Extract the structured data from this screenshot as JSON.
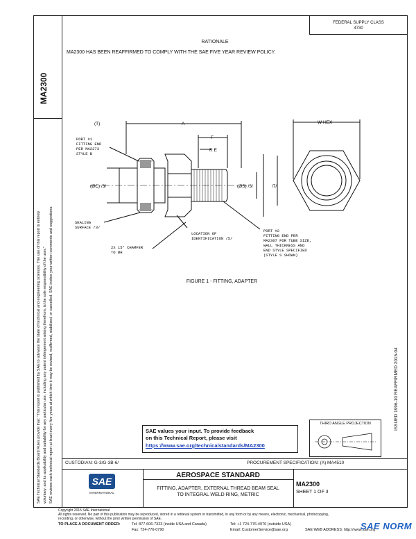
{
  "doc": {
    "number": "MA2300",
    "header_box": [
      "FEDERAL SUPPLY CLASS",
      "4730"
    ],
    "section_title": "RATIONALE",
    "rationale_text": "MA2300 HAS BEEN REAFFIRMED TO COMPLY WITH THE SAE FIVE YEAR REVIEW POLICY.",
    "side_text_1": "SAE Technical Standards Board Rules provide that: \"This report is published by SAE to advance the state of technical and engineering sciences. The use of this report is entirely",
    "side_text_2": "voluntary, and its applicability and suitability for any particular use, including any patent infringement arising therefrom, is the sole responsibility of the user.\"",
    "side_text_3": "SAE reviews each technical report at least every five years at which time it may be revised, reaffirmed, stabilized, or cancelled. SAE invites your written comments and suggestions.",
    "right_vertical": "ISSUED 1996-10   REAFFIRMED 2015-04"
  },
  "figure": {
    "caption": "FIGURE 1 - FITTING, ADAPTER",
    "labels": {
      "t": "(T)",
      "a": "A",
      "f": "F",
      "re": "R E",
      "whex": "W HEX",
      "port1": [
        "PORT #1",
        "FITTING END",
        "PER MA2273",
        "STYLE B"
      ],
      "dc": "(ØC) /3/",
      "sealing": [
        "SEALING",
        "SURFACE /3/"
      ],
      "ds": "(ØS) /3/",
      "t7": "/7/",
      "port2": [
        "PORT #2",
        "FITTING END PER",
        "MA2307 FOR TUBE SIZE,",
        "WALL THICKNESS AND",
        "END STYLE SPECIFIED",
        "(STYLE S SHOWN)"
      ],
      "location": [
        "LOCATION OF",
        "IDENTIFICATION /5/"
      ],
      "chamfer": [
        "2X 15° CHAMFER",
        "TO ØH"
      ]
    }
  },
  "third_angle": "THIRD ANGLE PROJECTION",
  "feedback": {
    "line1": "SAE values your input. To provide feedback",
    "line2": "on this Technical Report, please visit",
    "link": "https://www.sae.org/technicalstandards/MA2300"
  },
  "custodian": "CUSTODIAN: G-3/G-3B-6/",
  "procurement": "PROCUREMENT SPECIFICATION: (A) MA4510",
  "title_block": {
    "logo": "SAE",
    "logo_sub": "INTERNATIONAL",
    "heading": "AEROSPACE STANDARD",
    "subtitle1": "FITTING, ADAPTER, EXTERNAL THREAD BEAM SEAL",
    "subtitle2": "TO INTEGRAL WELD RING, METRIC",
    "number": "MA2300",
    "sheet": "SHEET 1 OF 3"
  },
  "footer": {
    "copyright": "Copyright 2015 SAE International",
    "rights": "All rights reserved. No part of this publication may be reproduced, stored in a retrieval system or transmitted, in any form or by any means, electronic, mechanical, photocopying,",
    "rights2": "recording, or otherwise, without the prior written permission of SAE.",
    "order": "TO PLACE A DOCUMENT ORDER:",
    "tel": "Tel: 877-606-7323 (inside USA and Canada)",
    "tel2": "Tel: +1 724-776-4970 (outside USA)",
    "fax": "Fax: 724-776-0790",
    "email": "Email: CustomerService@sae.org",
    "web": "SAE WEB ADDRESS: http://www.sae.org"
  },
  "watermark": "SAE NORM"
}
